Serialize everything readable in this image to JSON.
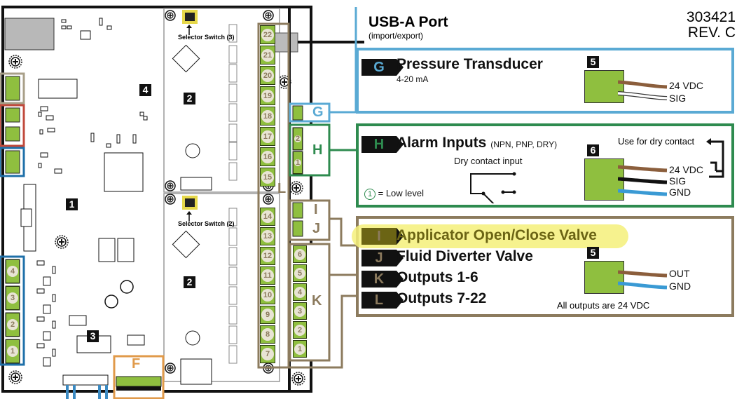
{
  "doc": {
    "part_number": "303421",
    "revision": "REV. C"
  },
  "usb": {
    "title": "USB-A Port",
    "subtitle": "(import/export)"
  },
  "board_labels": {
    "b1": "1",
    "b2a": "2",
    "b2b": "2",
    "b3": "3",
    "b4": "4"
  },
  "selector_switches": {
    "upper": "Selector Switch (3)",
    "lower": "Selector Switch (2)"
  },
  "letters": {
    "F": "F",
    "G": "G",
    "H": "H",
    "I": "I",
    "J": "J",
    "K": "K",
    "L": "L"
  },
  "outputs_upper": [
    "22",
    "21",
    "20",
    "19",
    "18",
    "17",
    "16",
    "15"
  ],
  "outputs_lower": [
    "14",
    "13",
    "12",
    "11",
    "10",
    "9",
    "8",
    "7"
  ],
  "outputs_k": [
    "6",
    "5",
    "4",
    "3",
    "2",
    "1"
  ],
  "alarm_terminals": [
    "2",
    "1"
  ],
  "left_terminals": [
    "4",
    "3",
    "2",
    "1"
  ],
  "sections": {
    "G": {
      "tag": "G",
      "title": "Pressure Transducer",
      "subtitle": "4-20 mA",
      "connector": "5",
      "wires": [
        "24 VDC",
        "SIG"
      ]
    },
    "H": {
      "tag": "H",
      "title": "Alarm Inputs",
      "title_note": "(NPN, PNP, DRY)",
      "dry_contact_label": "Dry contact input",
      "legend_num": "1",
      "legend_text": "= Low level",
      "connector": "6",
      "dry_note": "Use for dry contact",
      "wires": [
        "24 VDC",
        "SIG",
        "GND"
      ]
    },
    "IJKL": {
      "items": [
        {
          "tag": "I",
          "label": "Applicator Open/Close Valve",
          "highlighted": true
        },
        {
          "tag": "J",
          "label": "Fluid Diverter Valve"
        },
        {
          "tag": "K",
          "label": "Outputs 1-6"
        },
        {
          "tag": "L",
          "label": "Outputs 7-22"
        }
      ],
      "connector": "5",
      "wires": [
        "OUT",
        "GND"
      ],
      "note": "All outputs are 24 VDC"
    }
  },
  "colors": {
    "blue": "#5aaad4",
    "green": "#2e8b4f",
    "tan": "#8c7b5e",
    "orange": "#e09a4a",
    "terminal": "#8fbf3f",
    "highlight": "#f4f07a"
  }
}
